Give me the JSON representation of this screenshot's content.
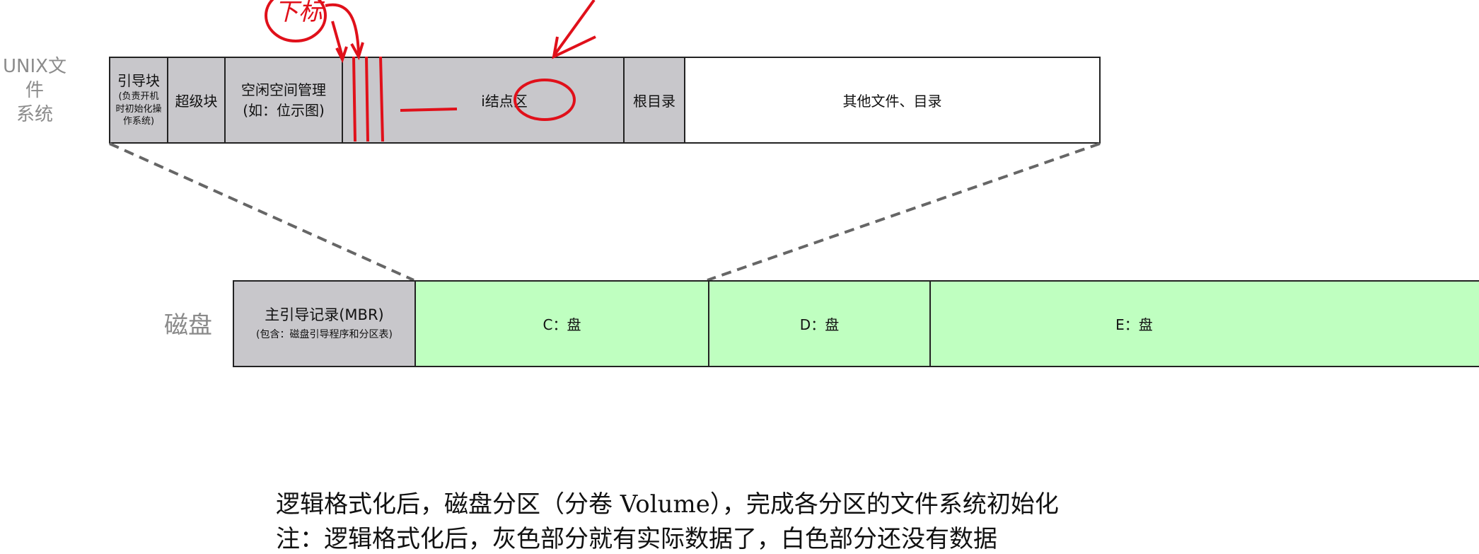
{
  "unix": {
    "label_line1": "UNIX文件",
    "label_line2": "系统",
    "cells": {
      "boot_title": "引导块",
      "boot_desc": [
        "(负责开机",
        "时初始化操",
        "作系统)"
      ],
      "superblock": "超级块",
      "free_space_line1": "空闲空间管理",
      "free_space_line2": "(如：位示图)",
      "inode": "i结点区",
      "root": "根目录",
      "other": "其他文件、目录"
    }
  },
  "disk": {
    "label": "磁盘",
    "cells": {
      "mbr_title": "主引导记录(MBR)",
      "mbr_desc": "(包含：磁盘引导程序和分区表)",
      "c": "C：盘",
      "d": "D：盘",
      "e": "E：盘"
    }
  },
  "annotation_text": "下标",
  "notes": {
    "line1": "逻辑格式化后，磁盘分区（分卷 Volume），完成各分区的文件系统初始化",
    "line2": "注：逻辑格式化后，灰色部分就有实际数据了，白色部分还没有数据"
  },
  "colors": {
    "gray": "#c8c7cb",
    "green": "#bfffc0",
    "annotation_red": "#e0101a"
  }
}
